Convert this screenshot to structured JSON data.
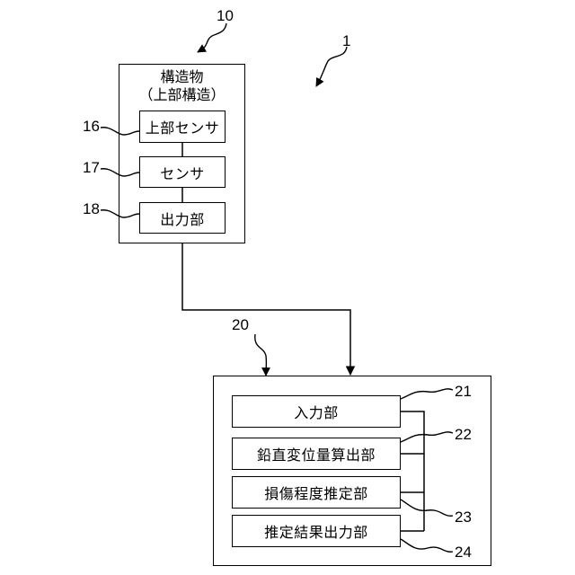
{
  "structure": {
    "title": "構造物",
    "subtitle": "（上部構造）",
    "ref": "10",
    "blocks": [
      {
        "label": "上部センサ",
        "ref": "16"
      },
      {
        "label": "センサ",
        "ref": "17"
      },
      {
        "label": "出力部",
        "ref": "18"
      }
    ]
  },
  "system_ref": "1",
  "device": {
    "ref": "20",
    "blocks": [
      {
        "label": "入力部",
        "ref": "21"
      },
      {
        "label": "鉛直変位量算出部",
        "ref": "22"
      },
      {
        "label": "損傷程度推定部",
        "ref": "23"
      },
      {
        "label": "推定結果出力部",
        "ref": "24"
      }
    ]
  }
}
